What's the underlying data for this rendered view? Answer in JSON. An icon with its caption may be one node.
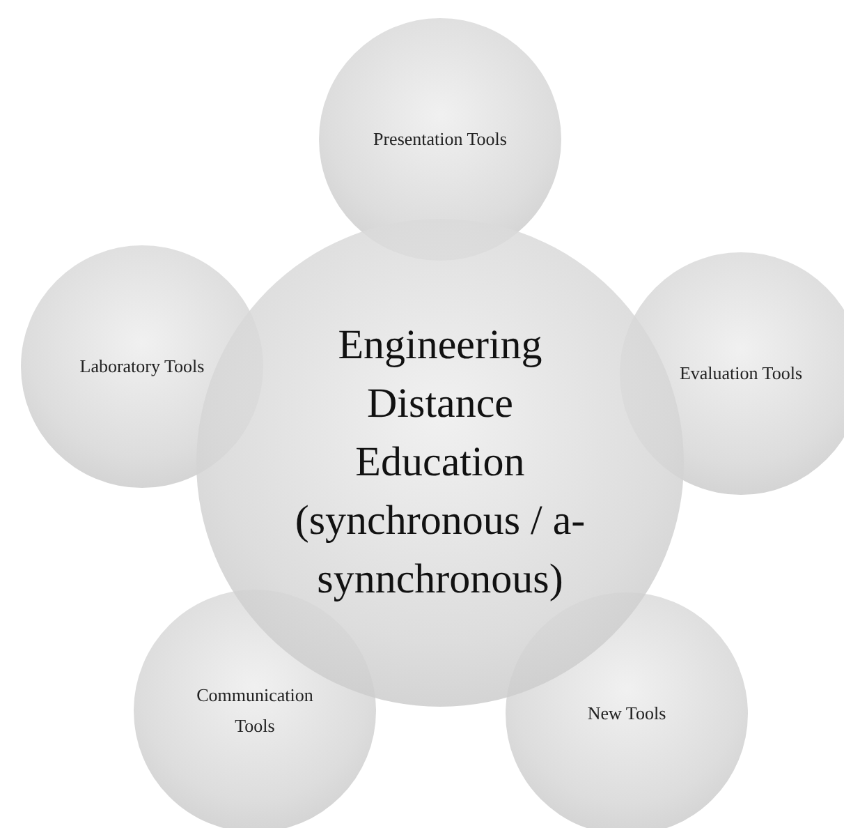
{
  "diagram": {
    "nodes": [
      {
        "text": [
          "Presentation Tools"
        ]
      },
      {
        "text": [
          "Laboratory Tools"
        ]
      },
      {
        "text": [
          "Engineering Distance Education (synchronous / a-synnchronous)"
        ]
      },
      {
        "text": [
          "Evaluation Tools"
        ]
      },
      {
        "text": [
          "Communication Tools"
        ]
      },
      {
        "text": [
          "New Tools"
        ]
      }
    ]
  }
}
